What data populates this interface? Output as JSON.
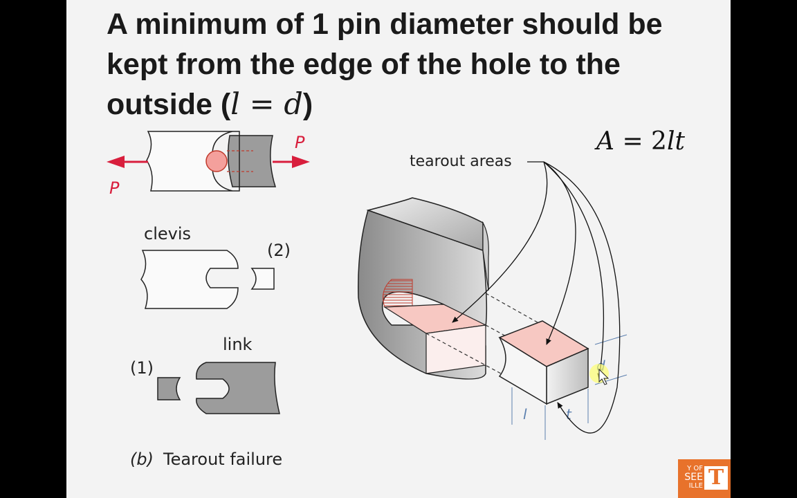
{
  "slide": {
    "title_text": "A minimum of 1 pin diameter should be kept from the edge of the hole to the outside (",
    "title_math_l": "l",
    "title_math_eq": " = ",
    "title_math_d": "d",
    "title_close": ")",
    "formula": {
      "A": "A",
      "eq": " = 2",
      "l": "l",
      "t": "t"
    }
  },
  "figure": {
    "force_label_right": "P",
    "force_label_left": "P",
    "clevis_label": "clevis",
    "part_2_label": "(2)",
    "link_label": "link",
    "part_1_label": "(1)",
    "caption_letter": "(b)",
    "caption_text": "Tearout failure",
    "tearout_label": "tearout areas",
    "dim_l": "l",
    "dim_t": "t",
    "dim_d": "d"
  },
  "logo": {
    "text_line1": "Y OF",
    "text_line2": "SEE",
    "text_line3": "ILLE",
    "mark": "T"
  },
  "colors": {
    "accent_red": "#d81e3c",
    "pin_fill": "#f4a09c",
    "tearout_fill": "#f7c8c2",
    "part_gray": "#9c9c9c",
    "logo_orange": "#e8722b"
  }
}
